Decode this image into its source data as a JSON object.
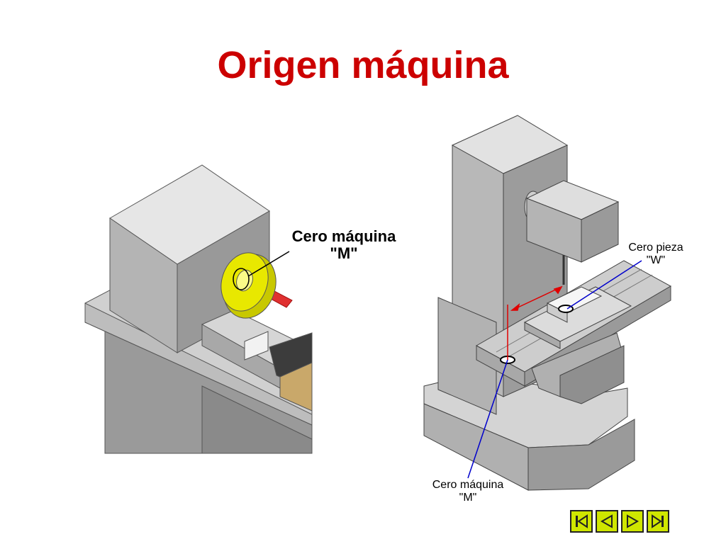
{
  "slide": {
    "title": "Origen máquina"
  },
  "lathe": {
    "label_line1": "Cero máquina",
    "label_line2": "\"M\""
  },
  "mill": {
    "workpiece_label_line1": "Cero pieza",
    "workpiece_label_line2": "\"W\"",
    "machine_label_line1": "Cero máquina",
    "machine_label_line2": "\"M\""
  },
  "navigation": [
    {
      "icon": "first-slide-icon"
    },
    {
      "icon": "previous-slide-icon"
    },
    {
      "icon": "next-slide-icon"
    },
    {
      "icon": "last-slide-icon"
    }
  ],
  "colors": {
    "title": "#cc0000",
    "chuck": "#e8e800",
    "spindle": "#e03030",
    "axis_line": "#e00000",
    "leader_line": "#0000cc",
    "machine_gray": "#a6a6a6",
    "nav_button": "#cfe600"
  }
}
